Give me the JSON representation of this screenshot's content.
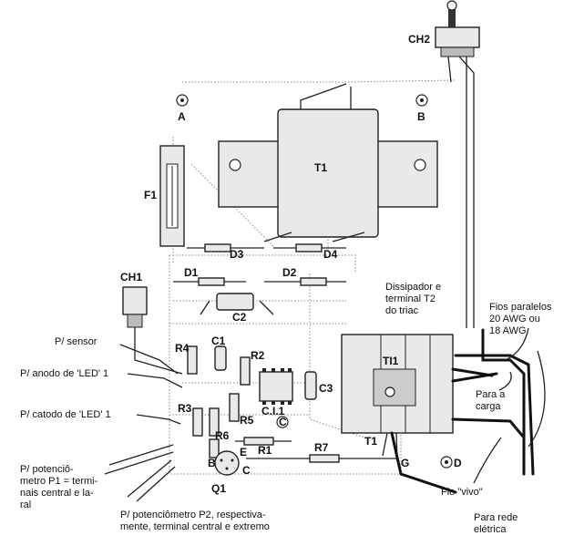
{
  "components": {
    "ch2": "CH2",
    "a": "A",
    "b": "B",
    "t1": "T1",
    "f1": "F1",
    "d3": "D3",
    "d4": "D4",
    "d1": "D1",
    "d2": "D2",
    "ch1": "CH1",
    "c2": "C2",
    "c1": "C1",
    "r4": "R4",
    "r2": "R2",
    "r3": "R3",
    "c3": "C3",
    "ci1": "C.I.1",
    "c": "C",
    "r5": "R5",
    "r6": "R6",
    "r1": "R1",
    "r7": "R7",
    "triac": "TI1",
    "t1_pin": "T1",
    "g": "G",
    "d": "D",
    "b_pin": "B",
    "e_pin": "E",
    "c_pin": "C",
    "q1": "Q1"
  },
  "notes": {
    "heatsink": [
      "Dissipador e",
      "terminal T2",
      "do triac"
    ],
    "parallel": [
      "Fios paralelos",
      "20 AWG ou",
      "18 AWG"
    ],
    "load": [
      "Para a",
      "carga"
    ],
    "sensor": "P/ sensor",
    "anode": "P/ anodo de 'LED' 1",
    "cathode": "P/ catodo de 'LED' 1",
    "p1": [
      "P/ potenciô-",
      "metro P1 = termi-",
      "nais central e la-",
      "ral"
    ],
    "p2": [
      "P/ potenciômetro P2, respectiva-",
      "mente, terminal central e extremo"
    ],
    "live": "Fio \"vivo\"",
    "mains": [
      "Para rede",
      "elétrica"
    ]
  }
}
